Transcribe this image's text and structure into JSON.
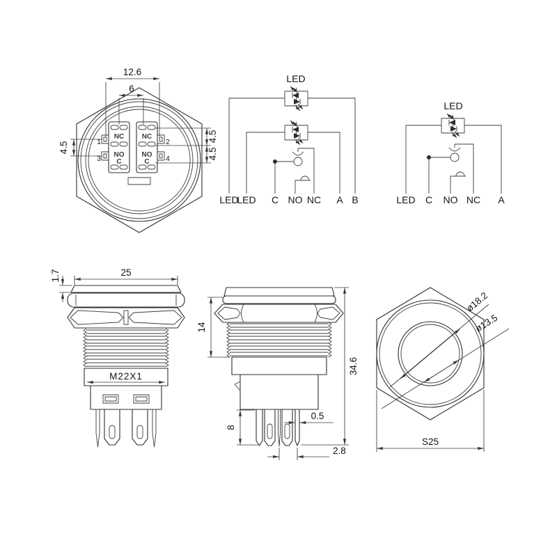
{
  "back_view": {
    "dim_width": "12.6",
    "dim_pin_pitch": "6",
    "dim_left_pitch": "4.5",
    "dim_right_pitch_upper": "4.5",
    "dim_right_pitch_lower": "4.5",
    "pin_numbers": [
      "1",
      "2",
      "3",
      "4"
    ],
    "contact_labels": [
      "NC",
      "NO",
      "C"
    ]
  },
  "circuit_dual": {
    "title": "LED",
    "terminals": [
      "LED",
      "LED",
      "C",
      "NO",
      "NC",
      "A",
      "B"
    ]
  },
  "circuit_single": {
    "title": "LED",
    "terminals": [
      "LED",
      "C",
      "NO",
      "NC",
      "A"
    ]
  },
  "side_view": {
    "dim_cap_height": "1.7",
    "dim_cap_diameter": "25",
    "thread_spec": "M22X1"
  },
  "side_view_rotated": {
    "dim_thread_length": "14",
    "dim_total_length": "34.6",
    "dim_pin_length": "8",
    "dim_pin_thickness": "0.5",
    "dim_pin_pitch": "2.8"
  },
  "front_view": {
    "dim_bezel_diameter": "ø18.2",
    "dim_button_diameter": "ø13.5",
    "dim_hex_flats": "S25"
  }
}
